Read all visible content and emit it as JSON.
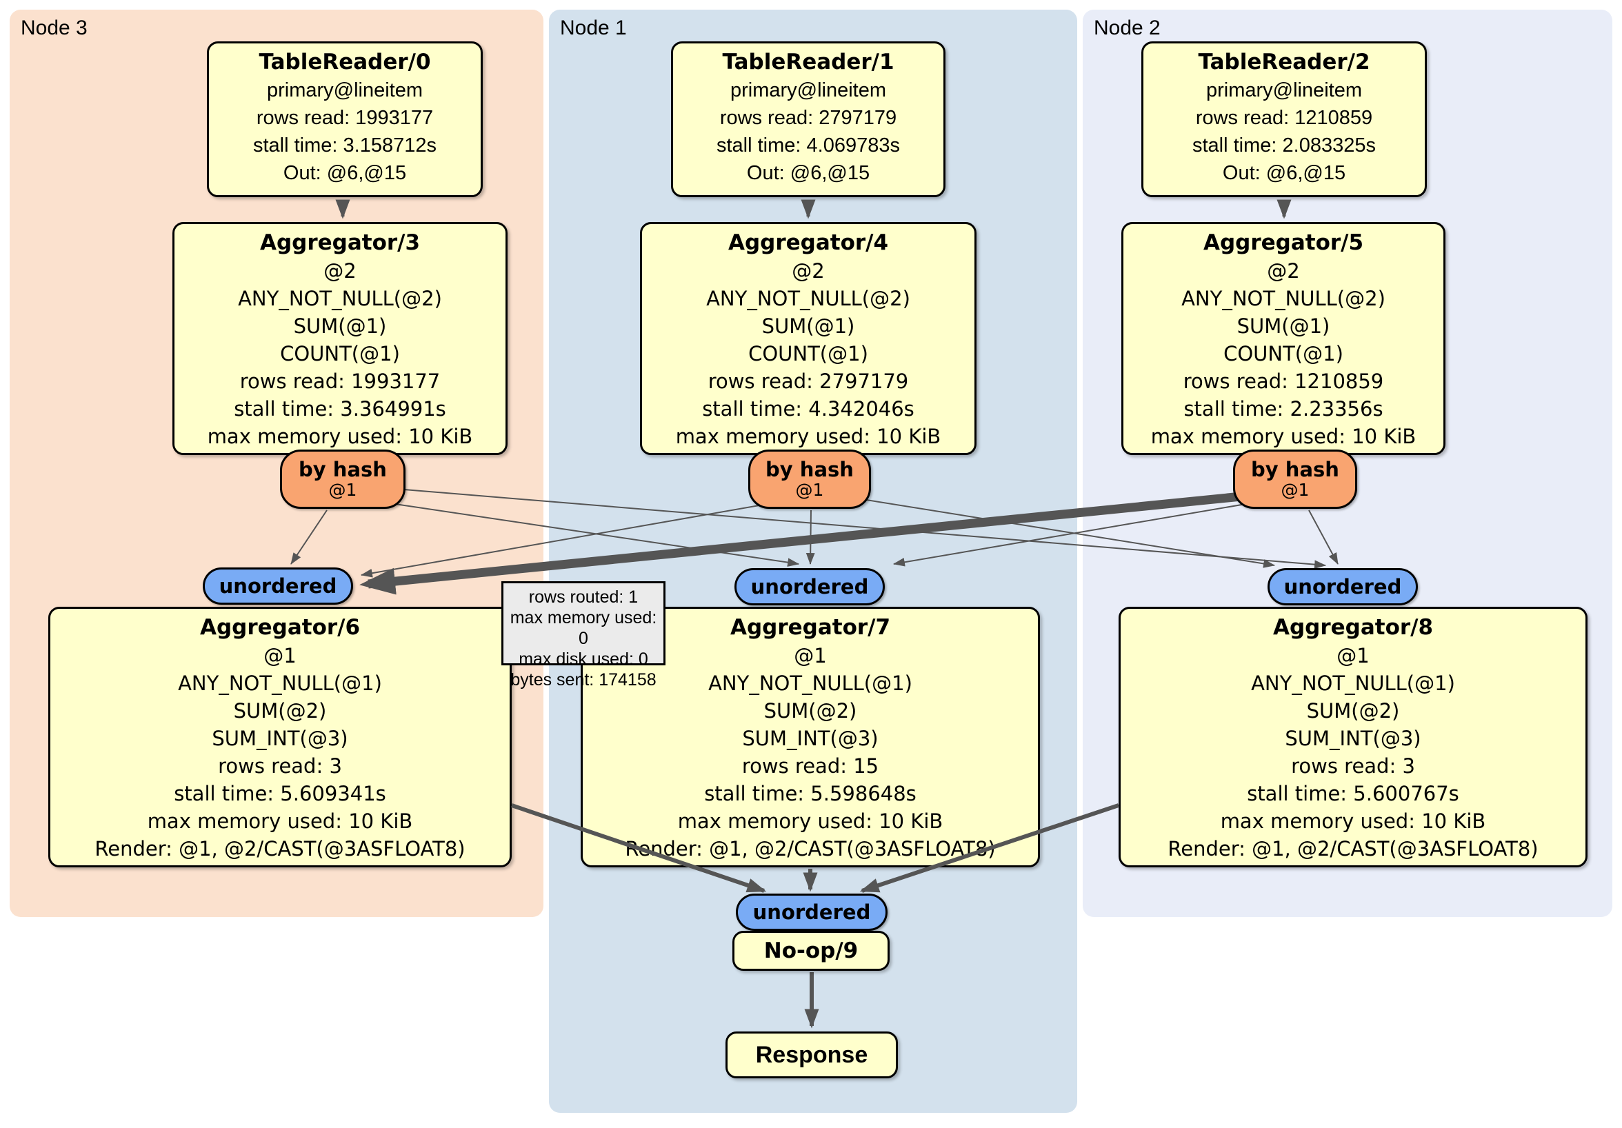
{
  "colors": {
    "node3_bg": "#fbe1ce",
    "node1_bg": "#d3e1ed",
    "node2_bg": "#e9edf8",
    "box_fill": "#ffffcc",
    "hash_badge_fill": "#f9a470",
    "unordered_badge_fill": "#79abf5",
    "edge": "#555555",
    "tooltip_bg": "#ebebeb"
  },
  "panels": [
    {
      "label": "Node 3",
      "table_reader": {
        "title": "TableReader/0",
        "lines": [
          "primary@lineitem",
          "rows read: 1993177",
          "stall time: 3.158712s",
          "Out: @6,@15"
        ]
      },
      "aggregator_top": {
        "title": "Aggregator/3",
        "lines": [
          "@2",
          "ANY_NOT_NULL(@2)",
          "SUM(@1)",
          "COUNT(@1)",
          "rows read: 1993177",
          "stall time: 3.364991s",
          "max memory used: 10 KiB"
        ]
      },
      "hash_badge": {
        "label": "by hash",
        "sub": "@1"
      },
      "unordered_badge": "unordered",
      "aggregator_bottom": {
        "title": "Aggregator/6",
        "lines": [
          "@1",
          "ANY_NOT_NULL(@1)",
          "SUM(@2)",
          "SUM_INT(@3)",
          "rows read: 3",
          "stall time: 5.609341s",
          "max memory used: 10 KiB",
          "Render: @1, @2/CAST(@3ASFLOAT8)"
        ]
      }
    },
    {
      "label": "Node 1",
      "table_reader": {
        "title": "TableReader/1",
        "lines": [
          "primary@lineitem",
          "rows read: 2797179",
          "stall time: 4.069783s",
          "Out: @6,@15"
        ]
      },
      "aggregator_top": {
        "title": "Aggregator/4",
        "lines": [
          "@2",
          "ANY_NOT_NULL(@2)",
          "SUM(@1)",
          "COUNT(@1)",
          "rows read: 2797179",
          "stall time: 4.342046s",
          "max memory used: 10 KiB"
        ]
      },
      "hash_badge": {
        "label": "by hash",
        "sub": "@1"
      },
      "unordered_badge": "unordered",
      "aggregator_bottom": {
        "title": "Aggregator/7",
        "lines": [
          "@1",
          "ANY_NOT_NULL(@1)",
          "SUM(@2)",
          "SUM_INT(@3)",
          "rows read: 15",
          "stall time: 5.598648s",
          "max memory used: 10 KiB",
          "Render: @1, @2/CAST(@3ASFLOAT8)"
        ]
      }
    },
    {
      "label": "Node 2",
      "table_reader": {
        "title": "TableReader/2",
        "lines": [
          "primary@lineitem",
          "rows read: 1210859",
          "stall time: 2.083325s",
          "Out: @6,@15"
        ]
      },
      "aggregator_top": {
        "title": "Aggregator/5",
        "lines": [
          "@2",
          "ANY_NOT_NULL(@2)",
          "SUM(@1)",
          "COUNT(@1)",
          "rows read: 1210859",
          "stall time: 2.23356s",
          "max memory used: 10 KiB"
        ]
      },
      "hash_badge": {
        "label": "by hash",
        "sub": "@1"
      },
      "unordered_badge": "unordered",
      "aggregator_bottom": {
        "title": "Aggregator/8",
        "lines": [
          "@1",
          "ANY_NOT_NULL(@1)",
          "SUM(@2)",
          "SUM_INT(@3)",
          "rows read: 3",
          "stall time: 5.600767s",
          "max memory used: 10 KiB",
          "Render: @1, @2/CAST(@3ASFLOAT8)"
        ]
      }
    }
  ],
  "output": {
    "unordered_badge": "unordered",
    "noop_title": "No-op/9",
    "response_title": "Response"
  },
  "tooltip": {
    "lines": [
      "rows routed: 1",
      "max memory used: 0",
      "max disk used: 0",
      "bytes sent: 174158"
    ]
  }
}
